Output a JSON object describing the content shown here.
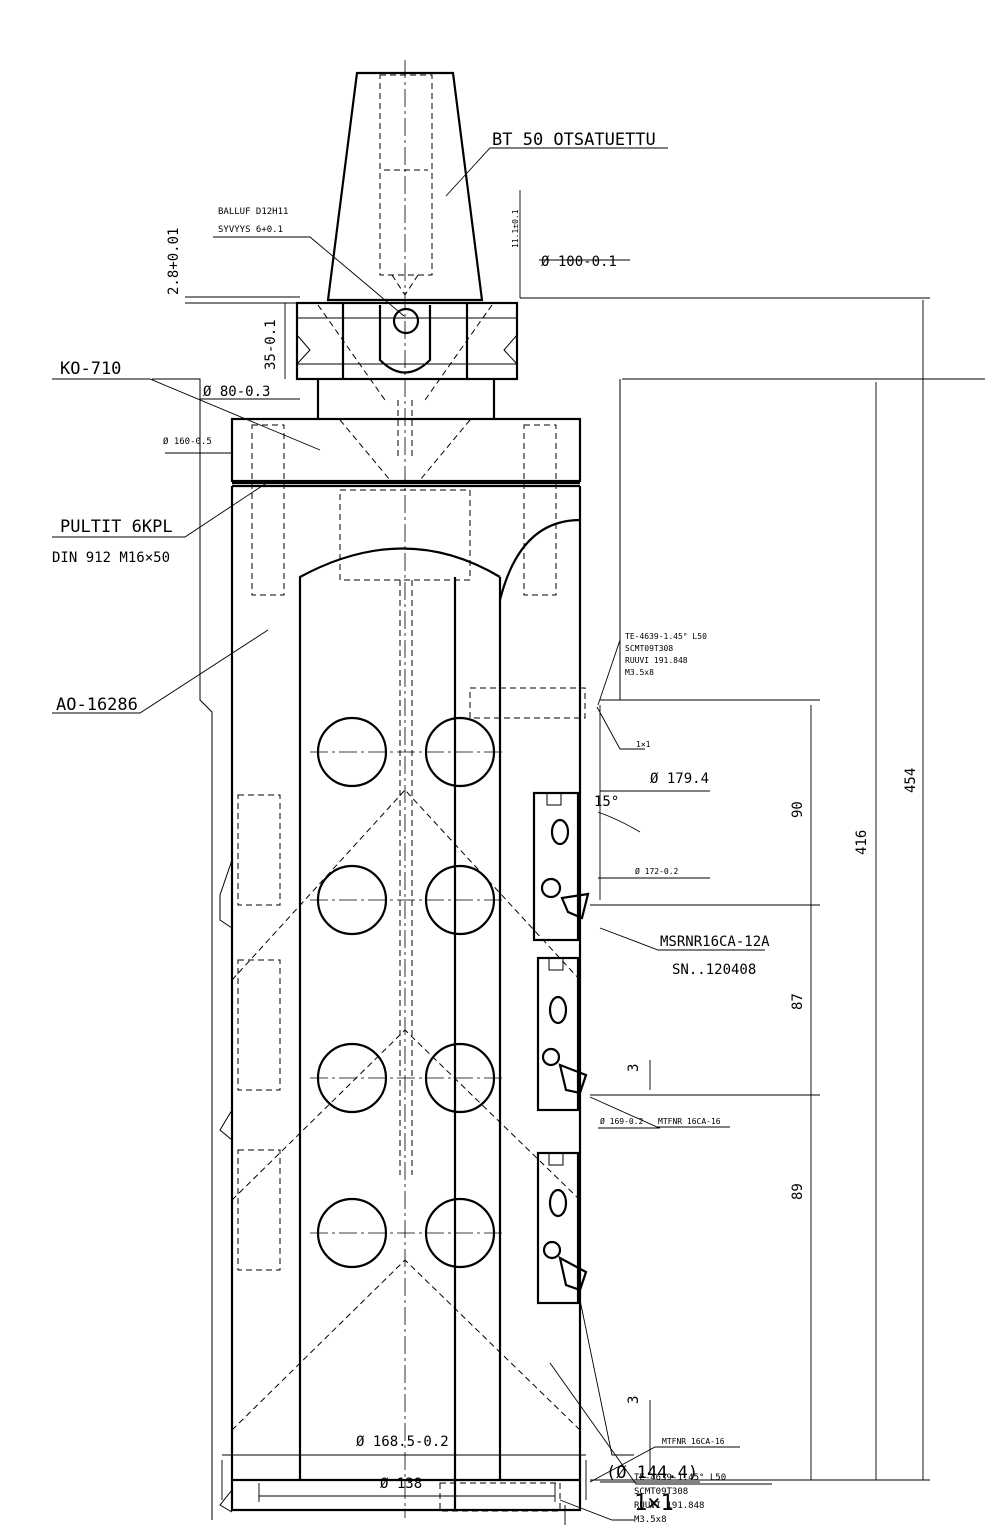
{
  "labels": {
    "bt50": "BT 50 OTSATUETTU",
    "balluf": "BALLUF D12H11",
    "syvyys": "SYVYYS 6+0.1",
    "ko710": "KO-710",
    "pultit": "PULTIT 6KPL",
    "din912": "DIN 912 M16×50",
    "ao16286": "AO-16286",
    "msrnr": "MSRNR16CA-12A",
    "sn": "SN..120408",
    "mtfnr_upper": "MTFNR 16CA-16",
    "mtfnr_lower": "MTFNR 16CA-16"
  },
  "insert_note_top": [
    "TE-4639-1.45° L50",
    "SCMT09T308",
    "RUUVI 191.848",
    "M3.5x8"
  ],
  "insert_note_bottom": [
    "TE-4639-1.45° L50",
    "SCMT09T308",
    "RUUVI 191.848",
    "M3.5x8"
  ],
  "dimensions": {
    "d_2_8": "2.8+0.01",
    "d_11_1": "11.1±0.1",
    "d_100": "Ø 100-0.1",
    "d_35": "35-0.1",
    "d_80": "Ø 80-0.3",
    "d_160": "Ø 160-0.5",
    "d_179": "Ø 179.4",
    "angle_15": "15°",
    "d_172": "Ø 172-0.2",
    "chamfer_small": "1×1",
    "d_90": "90",
    "d_87": "87",
    "d_89": "89",
    "d_416": "416",
    "d_454": "454",
    "d_3a": "3",
    "d_3b": "3",
    "d_169": "Ø 169-0.2",
    "d_144": "(Ø 144.4)",
    "chamfer_large": "1×1",
    "d_138": "Ø 138",
    "d_168": "Ø 168.5-0.2"
  }
}
